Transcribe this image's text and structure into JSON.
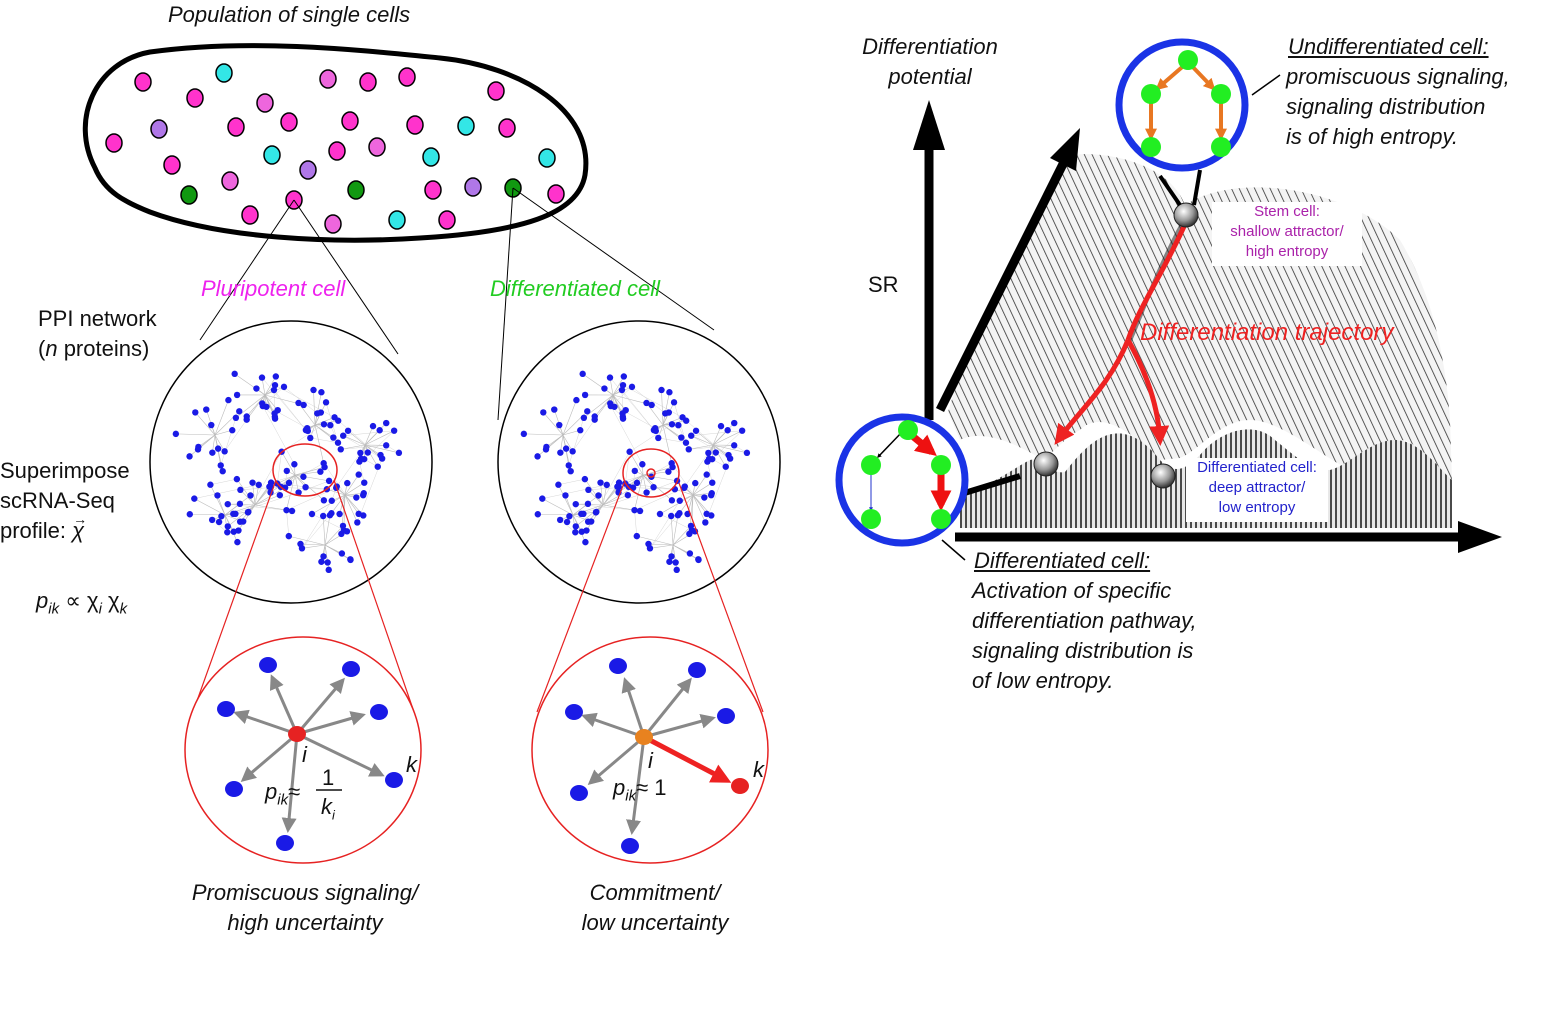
{
  "population": {
    "title": "Population of single cells",
    "colors": {
      "magenta": "#ff33cc",
      "pink": "#ee66dd",
      "purple": "#b077e8",
      "cyan": "#33e6e6",
      "green": "#119911"
    }
  },
  "left": {
    "pluripotent_label": "Pluripotent cell",
    "differentiated_label": "Differentiated cell",
    "ppi_line1": "PPI network",
    "ppi_paren_open": "(",
    "ppi_n": "n",
    "ppi_rest": " proteins)",
    "superimpose_line1": "Superimpose",
    "superimpose_line2": "scRNA-Seq",
    "superimpose_line3": "profile: ",
    "chi_vec": "χ",
    "formula_p": "p",
    "formula_ik": "ik",
    "formula_prop": " ∝ χ",
    "formula_i": "i",
    "formula_chi": " χ",
    "formula_k": "k",
    "zoom_left_i": "i",
    "zoom_left_k": "k",
    "zoom_left_p": "p",
    "zoom_left_sub": "ik",
    "zoom_left_approx": "≈",
    "zoom_left_num": "1",
    "zoom_left_den": "k",
    "zoom_left_den_sub": "i",
    "zoom_right_i": "i",
    "zoom_right_k": "k",
    "zoom_right_p": "p",
    "zoom_right_sub": "ik",
    "zoom_right_approx": "≈ 1",
    "caption_left_1": "Promiscuous signaling/",
    "caption_left_2": "high uncertainty",
    "caption_right_1": "Commitment/",
    "caption_right_2": "low uncertainty"
  },
  "right": {
    "axis_y_1": "Differentiation",
    "axis_y_2": "potential",
    "sr_label": "SR",
    "undiff_title": "Undifferentiated cell:",
    "undiff_1": "promiscuous signaling,",
    "undiff_2": "signaling distribution",
    "undiff_3": "is of high entropy.",
    "stem_1": "Stem cell:",
    "stem_2": "shallow attractor/",
    "stem_3": "high entropy",
    "trajectory": "Differentiation trajectory",
    "diffbox_1": "Differentiated cell:",
    "diffbox_2": "deep attractor/",
    "diffbox_3": "low entropy",
    "diff_title": "Differentiated cell:",
    "diff_1": "Activation of specific",
    "diff_2": "differentiation pathway,",
    "diff_3": "signaling distribution is",
    "diff_4": "of low entropy."
  },
  "colors": {
    "pluripotent": "#ee22ee",
    "differentiated": "#22cc22",
    "trajectory": "#ee2222",
    "stem": "#aa22aa",
    "diffbox": "#2222cc",
    "node_blue": "#1a1ae6",
    "ring_blue": "#1a33e6",
    "zoom_red": "#e62222"
  }
}
